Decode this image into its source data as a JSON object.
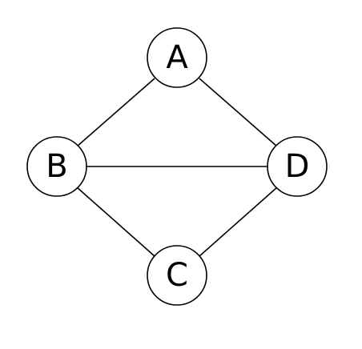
{
  "graph": {
    "nodes": [
      {
        "id": "A",
        "label": "A"
      },
      {
        "id": "B",
        "label": "B"
      },
      {
        "id": "C",
        "label": "C"
      },
      {
        "id": "D",
        "label": "D"
      }
    ],
    "edges": [
      {
        "from": "A",
        "to": "B"
      },
      {
        "from": "A",
        "to": "D"
      },
      {
        "from": "B",
        "to": "D"
      },
      {
        "from": "B",
        "to": "C"
      },
      {
        "from": "C",
        "to": "D"
      }
    ]
  }
}
